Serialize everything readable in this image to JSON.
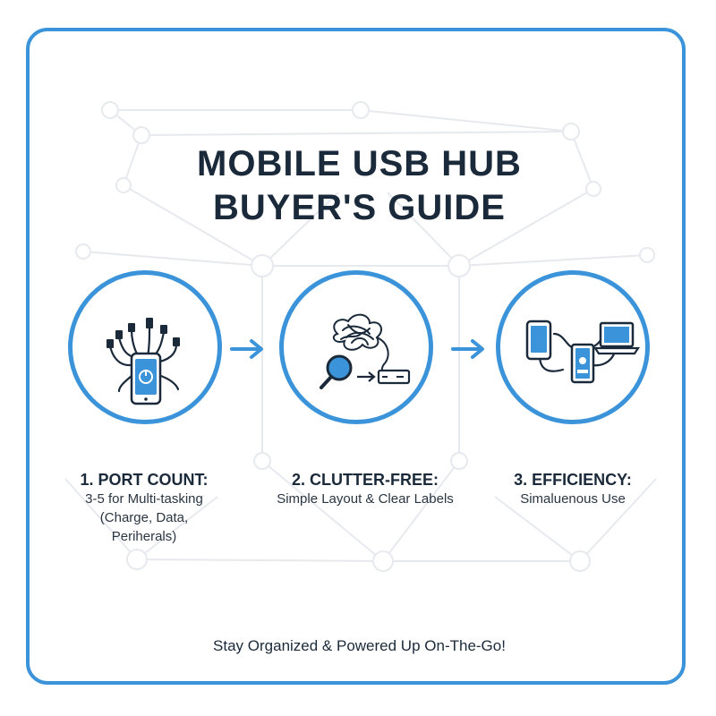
{
  "title_line1": "MOBILE USB HUB",
  "title_line2": "BUYER'S GUIDE",
  "steps": [
    {
      "title": "1. PORT COUNT:",
      "desc_lines": [
        "3-5 for Multi-tasking",
        "(Charge, Data,",
        "Periherals)"
      ],
      "icon": "phone-with-cables-icon"
    },
    {
      "title": "2. CLUTTER-FREE:",
      "desc_lines": [
        "Simple Layout & Clear Labels"
      ],
      "icon": "tangled-cable-magnifier-icon"
    },
    {
      "title": "3. EFFICIENCY:",
      "desc_lines": [
        "Simaluenous Use"
      ],
      "icon": "phone-hub-laptop-icon"
    }
  ],
  "footer": "Stay Organized & Powered Up On-The-Go!",
  "colors": {
    "accent": "#3b93d9",
    "text": "#1b2a3a",
    "network": "#e6e9ee"
  }
}
